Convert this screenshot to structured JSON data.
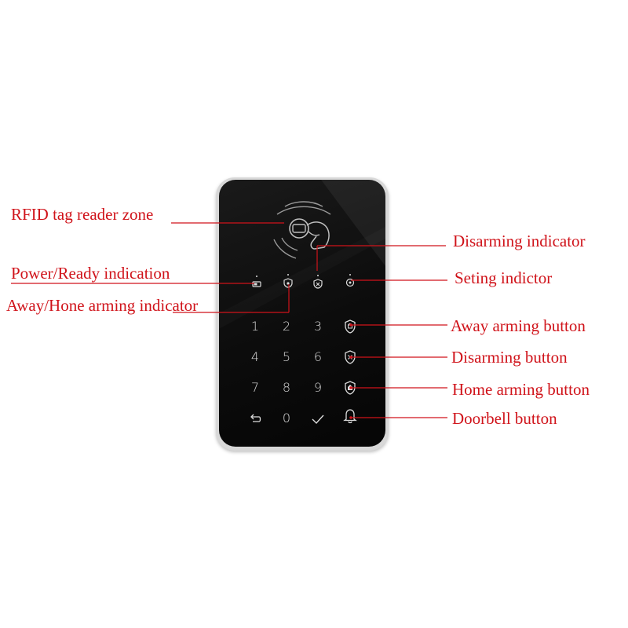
{
  "labels": {
    "rfid_zone": "RFID tag reader zone",
    "power_ready": "Power/Ready indication",
    "away_home_indicator": "Away/Hone arming indicator",
    "disarming_indicator": "Disarming indicator",
    "setting_indicator": "Seting indictor",
    "away_arming_button": "Away arming button",
    "disarming_button": "Disarming button",
    "home_arming_button": "Home arming button",
    "doorbell_button": "Doorbell button"
  },
  "keypad": {
    "k1": "1",
    "k2": "2",
    "k3": "3",
    "k4": "4",
    "k5": "5",
    "k6": "6",
    "k7": "7",
    "k8": "8",
    "k9": "9",
    "k0": "0"
  },
  "icons": {
    "back": "back-arrow-icon",
    "confirm": "checkmark-icon",
    "away_arm": "away-arm-shield-icon",
    "disarm": "disarm-shield-icon",
    "home_arm": "home-arm-shield-icon",
    "doorbell": "bell-icon",
    "rfid": "rfid-card-hand-icon"
  },
  "colors": {
    "annotation": "#d0131a",
    "device_face": "#0c0c0c",
    "device_frame": "#d8d8d8",
    "key_glyph": "#d9d9d9"
  }
}
